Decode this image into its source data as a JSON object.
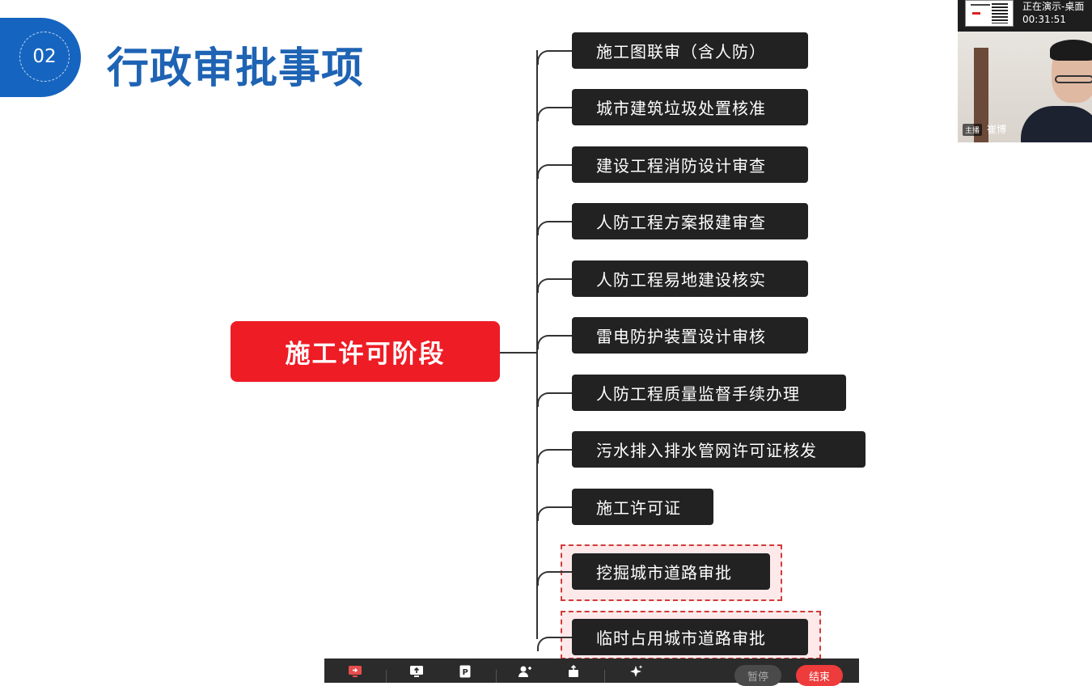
{
  "slide": {
    "number": "02",
    "title": "行政审批事项"
  },
  "mindmap": {
    "root": "施工许可阶段",
    "items": [
      "施工图联审（含人防）",
      "城市建筑垃圾处置核准",
      "建设工程消防设计审查",
      "人防工程方案报建审查",
      "人防工程易地建设核实",
      "雷电防护装置设计审核",
      "人防工程质量监督手续办理",
      "污水排入排水管网许可证核发",
      "施工许可证",
      "挖掘城市道路审批",
      "临时占用城市道路审批"
    ],
    "highlighted_items": [
      "挖掘城市道路审批",
      "临时占用城市道路审批"
    ],
    "colors": {
      "root": "#ee1c25",
      "node": "#222222",
      "highlight_border": "#d23a3a",
      "title": "#1e63b4",
      "badge": "#1565c0"
    }
  },
  "video_panel": {
    "status": "正在演示-桌面",
    "timer": "00:31:51",
    "host_tag": "主播",
    "host_name": "崔博"
  },
  "toolbar": {
    "icons": [
      "share-screen-icon",
      "upload-icon",
      "ppt-icon",
      "add-user-icon",
      "share-icon",
      "sparkle-icon"
    ],
    "pause_label": "暂停",
    "end_label": "结束",
    "colors": {
      "end": "#ee3b3b",
      "pause": "#4a4a4a"
    }
  }
}
